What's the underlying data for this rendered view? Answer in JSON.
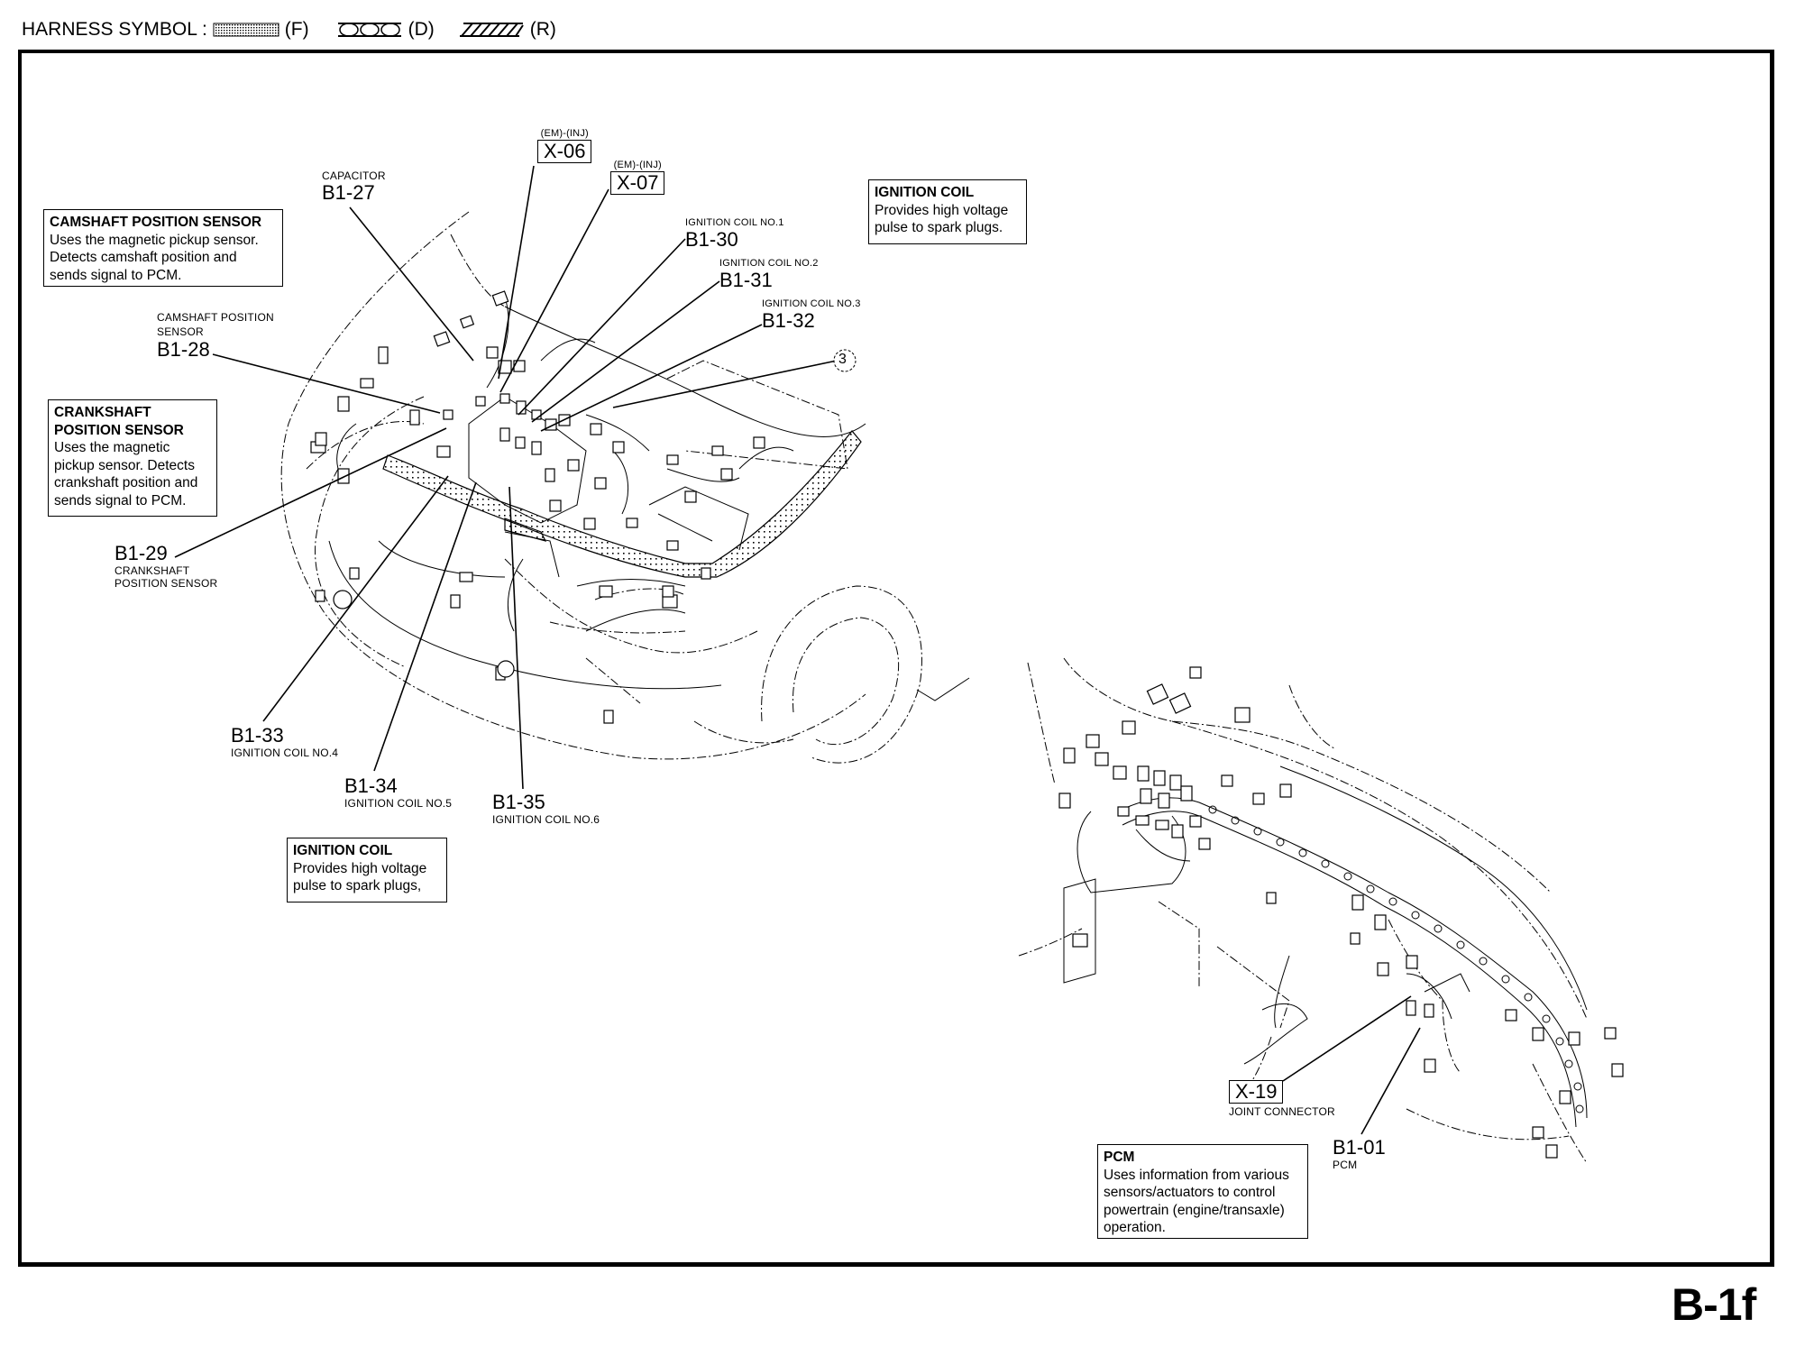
{
  "header": {
    "legend_title": "HARNESS SYMBOL :",
    "symbols": [
      {
        "pattern": "dotted-band",
        "code": "(F)"
      },
      {
        "pattern": "circle-band",
        "code": "(D)"
      },
      {
        "pattern": "hatched-band",
        "code": "(R)"
      }
    ]
  },
  "page_id": "B-1f",
  "description_boxes": {
    "camshaft": {
      "title": "CAMSHAFT POSITION SENSOR",
      "body": "Uses the magnetic pickup sensor.\nDetects camshaft position and\nsends signal to PCM."
    },
    "crankshaft": {
      "title": "CRANKSHAFT\nPOSITION SENSOR",
      "body": "Uses the magnetic\npickup sensor. Detects\ncrankshaft position and\nsends signal to PCM."
    },
    "ignition_top": {
      "title": "IGNITION COIL",
      "body": "Provides high voltage\npulse to spark plugs."
    },
    "ignition_bottom": {
      "title": "IGNITION COIL",
      "body": "Provides high voltage\npulse to spark plugs,"
    },
    "pcm": {
      "title": "PCM",
      "body": "Uses information from various\nsensors/actuators to control\npowertrain (engine/transaxle)\noperation."
    }
  },
  "connectors": {
    "b1_27": {
      "code": "B1-27",
      "name": "CAPACITOR"
    },
    "b1_28": {
      "code": "B1-28",
      "name": "CAMSHAFT POSITION\nSENSOR"
    },
    "b1_29": {
      "code": "B1-29",
      "name": "CRANKSHAFT\nPOSITION SENSOR"
    },
    "b1_30": {
      "code": "B1-30",
      "name": "IGNITION COIL NO.1"
    },
    "b1_31": {
      "code": "B1-31",
      "name": "IGNITION COIL NO.2"
    },
    "b1_32": {
      "code": "B1-32",
      "name": "IGNITION COIL NO.3"
    },
    "b1_33": {
      "code": "B1-33",
      "name": "IGNITION COIL NO.4"
    },
    "b1_34": {
      "code": "B1-34",
      "name": "IGNITION COIL NO.5"
    },
    "b1_35": {
      "code": "B1-35",
      "name": "IGNITION COIL NO.6"
    },
    "b1_01": {
      "code": "B1-01",
      "name": "PCM"
    },
    "x_06": {
      "code": "X-06",
      "harness": "(EM)-(INJ)"
    },
    "x_07": {
      "code": "X-07",
      "harness": "(EM)-(INJ)"
    },
    "x_19": {
      "code": "X-19",
      "name": "JOINT CONNECTOR"
    },
    "ref_3": {
      "code": "3"
    }
  }
}
